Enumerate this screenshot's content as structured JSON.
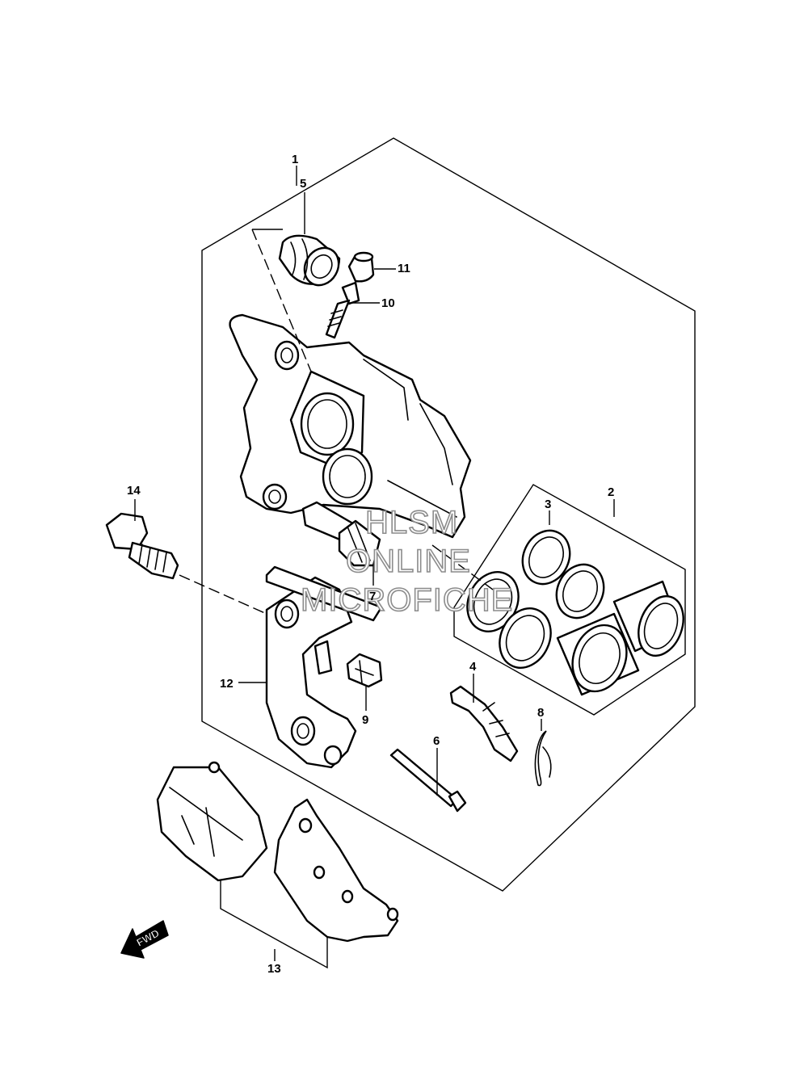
{
  "callouts": {
    "c1": "1",
    "c2": "2",
    "c3": "3",
    "c4": "4",
    "c5": "5",
    "c6": "6",
    "c7": "7",
    "c8": "8",
    "c9": "9",
    "c10": "10",
    "c11": "11",
    "c12": "12",
    "c13": "13",
    "c14": "14"
  },
  "watermark": {
    "line1": "HLSM",
    "line2": "ONLINE",
    "line3": "MICROFICHE"
  },
  "direction_badge": "FWD"
}
